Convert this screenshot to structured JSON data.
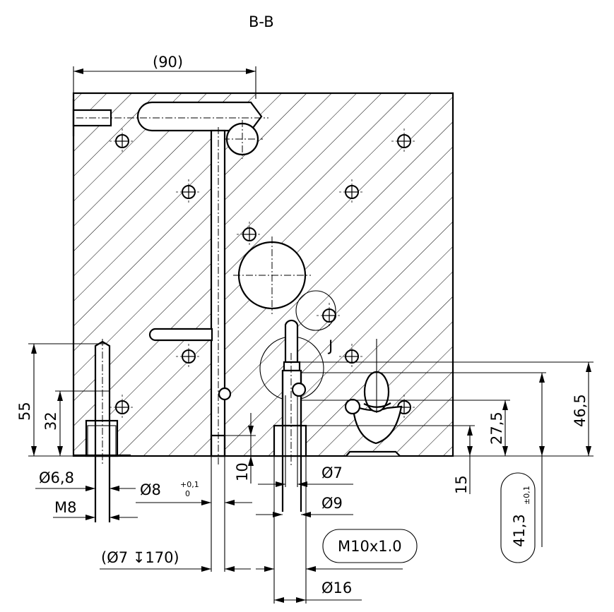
{
  "section_label": "B-B",
  "detail_label": "J",
  "dimensions": {
    "width_ref": "(90)",
    "height_55": "55",
    "height_32": "32",
    "dia_6_8": "Ø6,8",
    "thread_m8": "M8",
    "dia_8": "Ø8",
    "dia_8_tol_upper": "+0,1",
    "dia_8_tol_lower": "0",
    "depth_10": "10",
    "drill_ref": "(Ø7 ↧170)",
    "dia_7": "Ø7",
    "dia_9": "Ø9",
    "thread_m10": "M10x1.0",
    "dia_16": "Ø16",
    "height_15": "15",
    "height_27_5": "27,5",
    "height_41_3": "41,3",
    "height_41_3_tol": "±0,1",
    "height_46_5": "46,5"
  }
}
